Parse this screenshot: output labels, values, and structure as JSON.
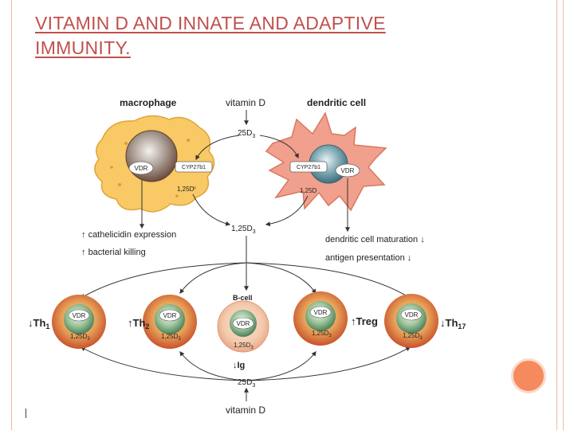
{
  "slide": {
    "title": "VITAMIN D AND INNATE AND ADAPTIVE IMMUNITY.",
    "accent_color": "#c0504d",
    "dot_color": "#f58a5f"
  },
  "diagram": {
    "macrophage_label": "macrophage",
    "dendritic_label": "dendritic cell",
    "vitamin_d_top": "vitamin D",
    "vitamin_d_bottom": "vitamin D",
    "d25_top": "25D",
    "d25_bottom": "25D",
    "d125_center": "1,25D",
    "macro_vdr": "VDR",
    "macro_cyp": "CYP27b1",
    "macro_d125": "1,25D",
    "dc_vdr": "VDR",
    "dc_cyp": "CYP27b1",
    "dc_d125": "1,25D",
    "cathelicidin": "cathelicidin expression",
    "bacterial": "bacterial killing",
    "dc_maturation": "dendritic cell maturation",
    "antigen": "antigen presentation",
    "bcell_label": "B-cell",
    "ig_label": "Ig",
    "th1": "Th",
    "th1_sub": "1",
    "th2": "Th",
    "th2_sub": "2",
    "treg": "Treg",
    "th17": "Th",
    "th17_sub": "17",
    "cell_vdr": "VDR",
    "cell_d125": "1,25D",
    "sub3": "3"
  }
}
